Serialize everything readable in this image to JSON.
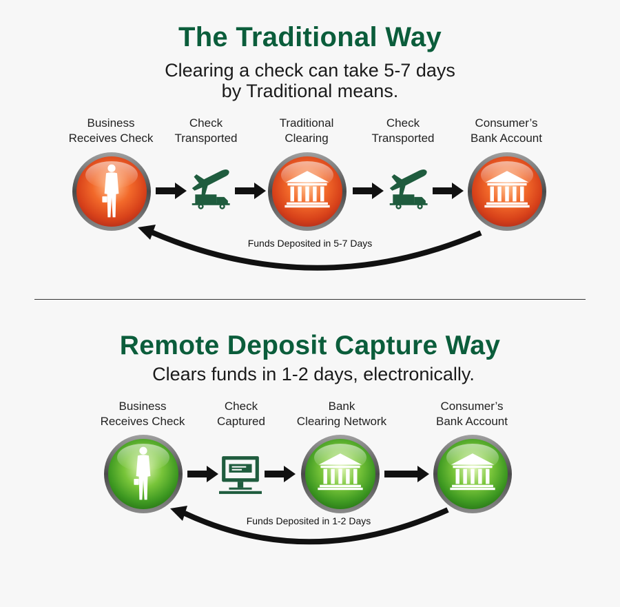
{
  "colors": {
    "heading": "#0b5d3b",
    "icon": "#1f5c3e",
    "orange_light": "#ffb07a",
    "orange_mid": "#ee5a1e",
    "orange_dark": "#c2351a",
    "green_light": "#d8f2a8",
    "green_mid": "#5fb52c",
    "green_dark": "#2f8a1c",
    "arrow": "#111111"
  },
  "traditional": {
    "title": "The Traditional Way",
    "subtitle_line1": "Clearing a check can take 5-7 days",
    "subtitle_line2": "by Traditional means.",
    "steps": [
      {
        "line1": "Business",
        "line2": "Receives Check",
        "icon": "businessman-icon"
      },
      {
        "line1": "Check",
        "line2": "Transported",
        "icon": "plane-truck-icon"
      },
      {
        "line1": "Traditional",
        "line2": "Clearing",
        "icon": "bank-icon"
      },
      {
        "line1": "Check",
        "line2": "Transported",
        "icon": "plane-truck-icon"
      },
      {
        "line1": "Consumer’s",
        "line2": "Bank Account",
        "icon": "bank-icon"
      }
    ],
    "funds_label": "Funds Deposited in 5-7 Days"
  },
  "remote": {
    "title": "Remote Deposit Capture Way",
    "subtitle": "Clears funds in 1-2 days, electronically.",
    "steps": [
      {
        "line1": "Business",
        "line2": "Receives Check",
        "icon": "businessman-icon"
      },
      {
        "line1": "Check",
        "line2": "Captured",
        "icon": "computer-icon"
      },
      {
        "line1": "Bank",
        "line2": "Clearing Network",
        "icon": "bank-icon"
      },
      {
        "line1": "Consumer’s",
        "line2": "Bank Account",
        "icon": "bank-icon"
      }
    ],
    "funds_label": "Funds Deposited in 1-2 Days"
  }
}
